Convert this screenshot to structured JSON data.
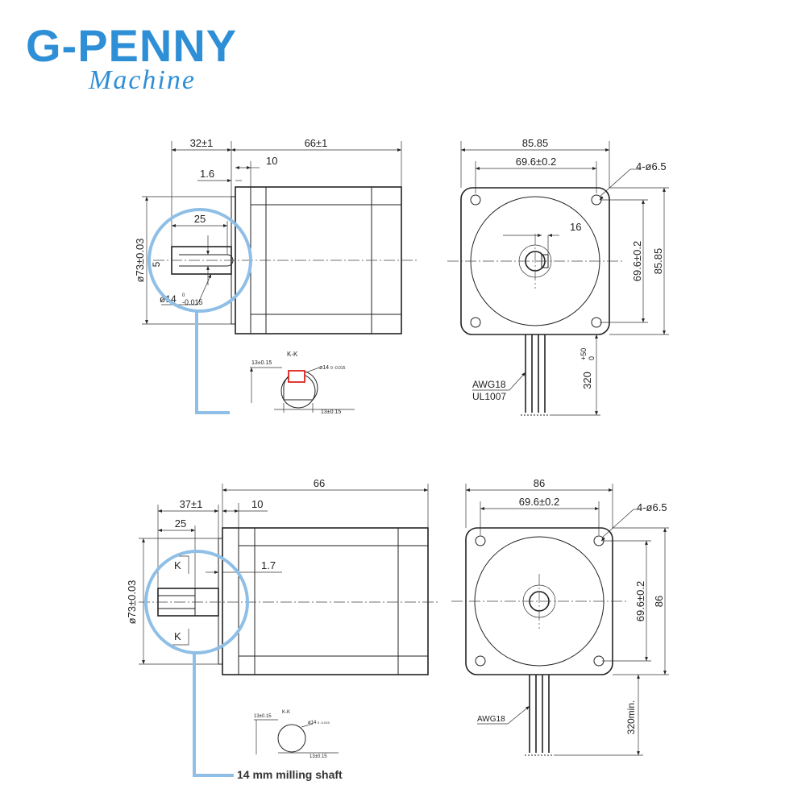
{
  "brand": {
    "name": "G-PENNY",
    "tagline": "Machine"
  },
  "motor_a": {
    "side": {
      "shaft_length": "32±1",
      "body_length": "66±1",
      "flange": "10",
      "step": "1.6",
      "key_length": "25",
      "key_width": "5",
      "pilot_dia": "ø73±0.03",
      "shaft_dia": "ø14",
      "shaft_tol_upper": "0",
      "shaft_tol_lower": "-0.015"
    },
    "section": {
      "label": "K-K",
      "dim_a": "13±0.15",
      "dim_b": "13±0.15",
      "dia": "ø14",
      "dia_tol": "0 -0.015"
    },
    "front": {
      "width": "85.85",
      "bolt_spacing": "69.6±0.2",
      "holes": "4-ø6.5",
      "key_depth": "16",
      "vert_bolt_spacing": "69.6±0.2",
      "height": "85.85",
      "wire_gauge": "AWG18",
      "wire_spec": "UL1007",
      "lead_length": "320",
      "lead_tol_upper": "+50",
      "lead_tol_lower": "0"
    }
  },
  "motor_b": {
    "side": {
      "body_length": "66",
      "shaft_length": "37±1",
      "flange": "10",
      "key_length": "25",
      "step": "1.7",
      "pilot_dia": "ø73±0.03",
      "section_mark": "K"
    },
    "section": {
      "label": "K-K",
      "dim_a": "13±0.15",
      "dim_b": "13±0.15",
      "dia": "ø14",
      "dia_tol": "0 -0.015"
    },
    "front": {
      "width": "86",
      "bolt_spacing": "69.6±0.2",
      "holes": "4-ø6.5",
      "vert_bolt_spacing": "69.6±0.2",
      "height": "86",
      "wire_gauge": "AWG18",
      "lead_length": "320min."
    },
    "caption": "14 mm milling shaft"
  },
  "colors": {
    "brand": "#2e8fd6",
    "callout": "#8fbfe6",
    "highlight": "#e0231b",
    "line": "#222222"
  }
}
